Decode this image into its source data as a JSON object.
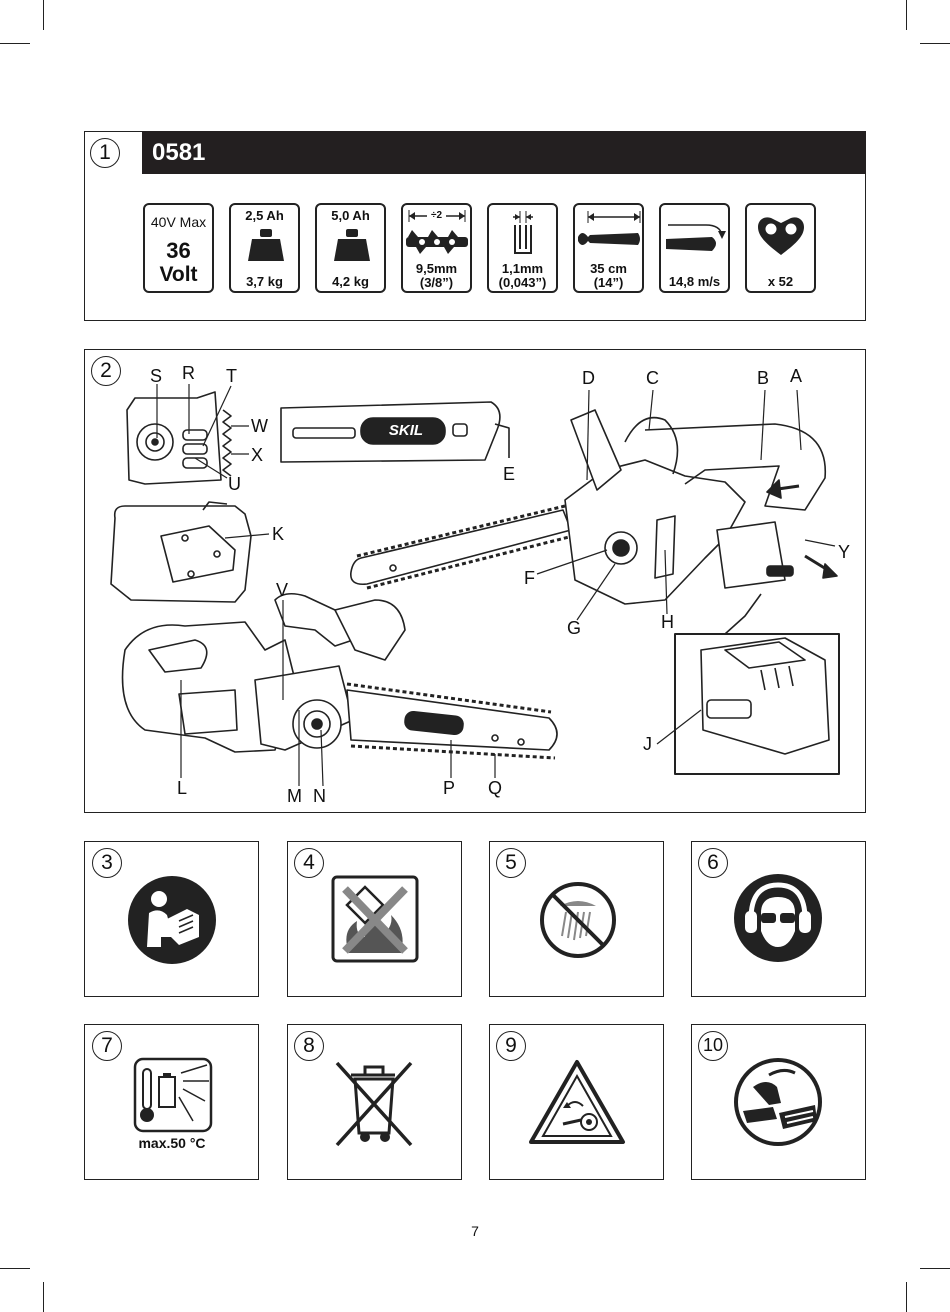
{
  "page_number": "7",
  "section1": {
    "number": "1",
    "model": "0581",
    "specs": [
      {
        "line1": "40V Max",
        "line2": "36",
        "line3": "Volt"
      },
      {
        "top": "2,5 Ah",
        "bottom": "3,7 kg"
      },
      {
        "top": "5,0 Ah",
        "bottom": "4,2 kg"
      },
      {
        "top": "÷2",
        "bottom1": "9,5mm",
        "bottom2": "(3/8”)"
      },
      {
        "bottom1": "1,1mm",
        "bottom2": "(0,043”)"
      },
      {
        "bottom1": "35 cm",
        "bottom2": "(14”)"
      },
      {
        "bottom": "14,8 m/s"
      },
      {
        "bottom": "x 52"
      }
    ]
  },
  "section2": {
    "number": "2",
    "brand": "SKIL",
    "labels": {
      "S": "S",
      "R": "R",
      "T": "T",
      "W": "W",
      "X": "X",
      "U": "U",
      "E": "E",
      "K": "K",
      "V": "V",
      "D": "D",
      "C": "C",
      "B": "B",
      "A": "A",
      "Y": "Y",
      "F": "F",
      "G": "G",
      "H": "H",
      "J": "J",
      "L": "L",
      "M": "M",
      "N": "N",
      "P": "P",
      "Q": "Q"
    }
  },
  "panels": {
    "p3": "3",
    "p4": "4",
    "p5": "5",
    "p6": "6",
    "p7": "7",
    "p8": "8",
    "p9": "9",
    "p10": "10",
    "p7_text": "max.50 °C"
  }
}
